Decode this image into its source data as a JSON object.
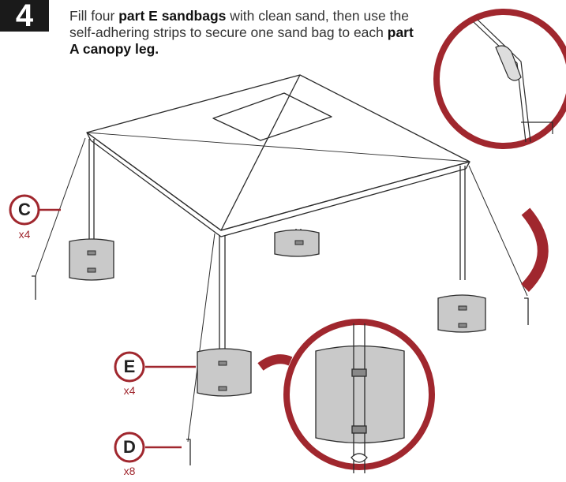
{
  "step": {
    "number": "4"
  },
  "instruction": {
    "part1": "Fill four ",
    "part2": "part E sandbags",
    "part3": " with clean sand, then use the self-adhering strips to secure one sand bag to each ",
    "part4": "part A canopy leg."
  },
  "callouts": [
    {
      "letter": "C",
      "qty": "x4"
    },
    {
      "letter": "E",
      "qty": "x4"
    },
    {
      "letter": "D",
      "qty": "x8"
    }
  ],
  "colors": {
    "accent": "#a0272e",
    "bag": "#c9c9c9",
    "line": "#2b2b2b",
    "badge": "#1a1a1a"
  }
}
